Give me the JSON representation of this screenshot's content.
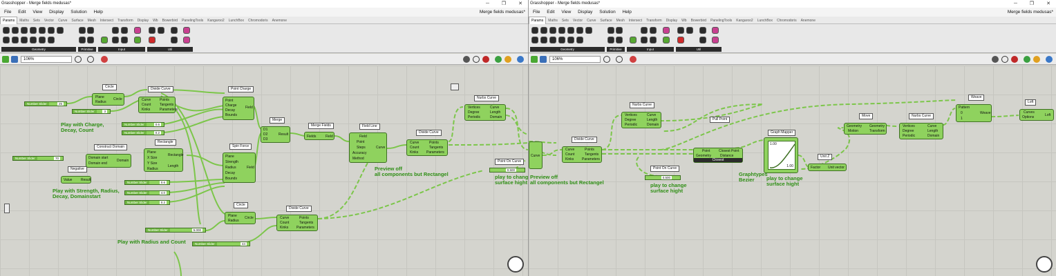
{
  "left": {
    "title": "Grasshopper - Merge fields medusas*",
    "doc_name": "Merge fields medusas*",
    "menu": [
      "File",
      "Edit",
      "View",
      "Display",
      "Solution",
      "Help"
    ],
    "tabs": [
      "Params",
      "Maths",
      "Sets",
      "Vector",
      "Curve",
      "Surface",
      "Mesh",
      "Intersect",
      "Transform",
      "Display",
      "Wb",
      "Bowerbird",
      "PanelingTools",
      "Kangaroo2",
      "LunchBox",
      "Chromodoris",
      "Anemone"
    ],
    "ribbon_groups": [
      "Geometry",
      "Primitive",
      "Input",
      "Util"
    ],
    "zoom": "106%",
    "components": {
      "circle1": {
        "title": "Circle",
        "inputs": [
          "Plane",
          "Radius"
        ],
        "outputs": [
          "Circle"
        ]
      },
      "divide1": {
        "title": "Divide Curve",
        "inputs": [
          "Curve",
          "Count",
          "Kinks"
        ],
        "outputs": [
          "Points",
          "Tangents",
          "Parameters"
        ]
      },
      "point_charge": {
        "title": "Point Charge",
        "inputs": [
          "Point",
          "Charge",
          "Decay",
          "Bounds"
        ],
        "outputs": [
          "Field"
        ]
      },
      "merge": {
        "title": "Merge",
        "inputs": [
          "D1",
          "D2",
          "D3"
        ],
        "outputs": [
          "Result"
        ]
      },
      "merge_fields": {
        "title": "Merge Fields",
        "inputs": [
          "Fields"
        ],
        "outputs": [
          "Field"
        ]
      },
      "field_line": {
        "title": "Field Line",
        "inputs": [
          "Field",
          "Point",
          "Steps",
          "Accuracy",
          "Method"
        ],
        "outputs": [
          "Curve"
        ]
      },
      "divide2": {
        "title": "Divide Curve",
        "inputs": [
          "Curve",
          "Count",
          "Kinks"
        ],
        "outputs": [
          "Points",
          "Tangents",
          "Parameters"
        ]
      },
      "nurbs": {
        "title": "Nurbs Curve",
        "inputs": [
          "Vertices",
          "Degree",
          "Periodic"
        ],
        "outputs": [
          "Curve",
          "Length",
          "Domain"
        ]
      },
      "construct_domain": {
        "title": "Construct Domain",
        "inputs": [
          "Domain start",
          "Domain end"
        ],
        "outputs": [
          "Domain"
        ]
      },
      "negative": {
        "title": "Negative",
        "inputs": [
          "Value"
        ],
        "outputs": [
          "Result"
        ]
      },
      "rectangle": {
        "title": "Rectangle",
        "inputs": [
          "Plane",
          "X Size",
          "Y Size",
          "Radius"
        ],
        "outputs": [
          "Rectangle",
          "Length"
        ]
      },
      "spin_force": {
        "title": "Spin Force",
        "inputs": [
          "Plane",
          "Strength",
          "Radius",
          "Decay",
          "Bounds"
        ],
        "outputs": [
          "Field"
        ]
      },
      "circle2": {
        "title": "Circle",
        "inputs": [
          "Plane",
          "Radius"
        ],
        "outputs": [
          "Circle"
        ]
      },
      "divide3": {
        "title": "Divide Curve",
        "inputs": [
          "Curve",
          "Count",
          "Kinks"
        ],
        "outputs": [
          "Points",
          "Tangents",
          "Parameters"
        ]
      },
      "point_on_curve": {
        "title": "Point On Curve"
      }
    },
    "sliders": [
      {
        "name": "Number Slider",
        "value": "25"
      },
      {
        "name": "Number Slider",
        "value": "3"
      },
      {
        "name": "Number Slider",
        "value": "0.6"
      },
      {
        "name": "Number Slider",
        "value": "0.2"
      },
      {
        "name": "Number Slider",
        "value": "70"
      },
      {
        "name": "Number Slider",
        "value": "0.6"
      },
      {
        "name": "Number Slider",
        "value": "4.0"
      },
      {
        "name": "Number Slider",
        "value": "0.2"
      },
      {
        "name": "Number Slider",
        "value": "5.000"
      },
      {
        "name": "Number Slider",
        "value": "44"
      }
    ],
    "notes": {
      "charge": "Play with Charge,\nDecay, Count",
      "strength": "Play with Strength, Radius,\nDecay, Domainstart",
      "radius_count": "Play with Radius and Count",
      "preview": "Preview off\nall components but Rectangel",
      "surface": "play to change\nsurface hight"
    },
    "poc_value": "0.500"
  },
  "right": {
    "title": "Grasshopper - Merge fields medusas*",
    "doc_name": "Merge fields medusas*",
    "menu": [
      "File",
      "Edit",
      "View",
      "Display",
      "Solution",
      "Help"
    ],
    "tabs": [
      "Params",
      "Maths",
      "Sets",
      "Vector",
      "Curve",
      "Surface",
      "Mesh",
      "Intersect",
      "Transform",
      "Display",
      "Wb",
      "Bowerbird",
      "PanelingTools",
      "Kangaroo2",
      "LunchBox",
      "Chromodoris",
      "Anemone"
    ],
    "ribbon_groups": [
      "Geometry",
      "Primitive",
      "Input",
      "Util"
    ],
    "zoom": "106%",
    "components": {
      "curve_param": {
        "title": "Curve"
      },
      "divide": {
        "title": "Divide Curve",
        "inputs": [
          "Curve",
          "Count",
          "Kinks"
        ],
        "outputs": [
          "Points",
          "Tangents",
          "Parameters"
        ]
      },
      "nurbs1": {
        "title": "Nurbs Curve",
        "inputs": [
          "Vertices",
          "Degree",
          "Periodic"
        ],
        "outputs": [
          "Curve",
          "Length",
          "Domain"
        ]
      },
      "point_on_curve": {
        "title": "Point On Curve"
      },
      "pull_point": {
        "title": "Pull Point",
        "inputs": [
          "Point",
          "Geometry"
        ],
        "outputs": [
          "Closest Point",
          "Distance"
        ],
        "footer": "Closest"
      },
      "graph_mapper": {
        "title": "Graph Mapper"
      },
      "unit_z": {
        "title": "Unit Z",
        "inputs": [
          "Factor"
        ],
        "outputs": [
          "Unit vector"
        ]
      },
      "move": {
        "title": "Move",
        "inputs": [
          "Geometry",
          "Motion"
        ],
        "outputs": [
          "Geometry",
          "Transform"
        ]
      },
      "nurbs2": {
        "title": "Nurbs Curve",
        "inputs": [
          "Vertices",
          "Degree",
          "Periodic"
        ],
        "outputs": [
          "Curve",
          "Length",
          "Domain"
        ]
      },
      "weave": {
        "title": "Weave",
        "inputs": [
          "Pattern",
          "0",
          "1"
        ],
        "outputs": [
          "Weave"
        ]
      },
      "loft": {
        "title": "Loft",
        "inputs": [
          "Curves",
          "Options"
        ],
        "outputs": [
          "Loft"
        ]
      }
    },
    "notes": {
      "preview": "Preview off\nall components but Rectangel",
      "surface1": "play to change\nsurface hight",
      "graphtypes": "Graphtypes\nBezier",
      "surface2": "play to change\nsurface hight"
    },
    "poc_value": "0.500",
    "graph_labels": [
      "1.00",
      "1.00"
    ]
  }
}
